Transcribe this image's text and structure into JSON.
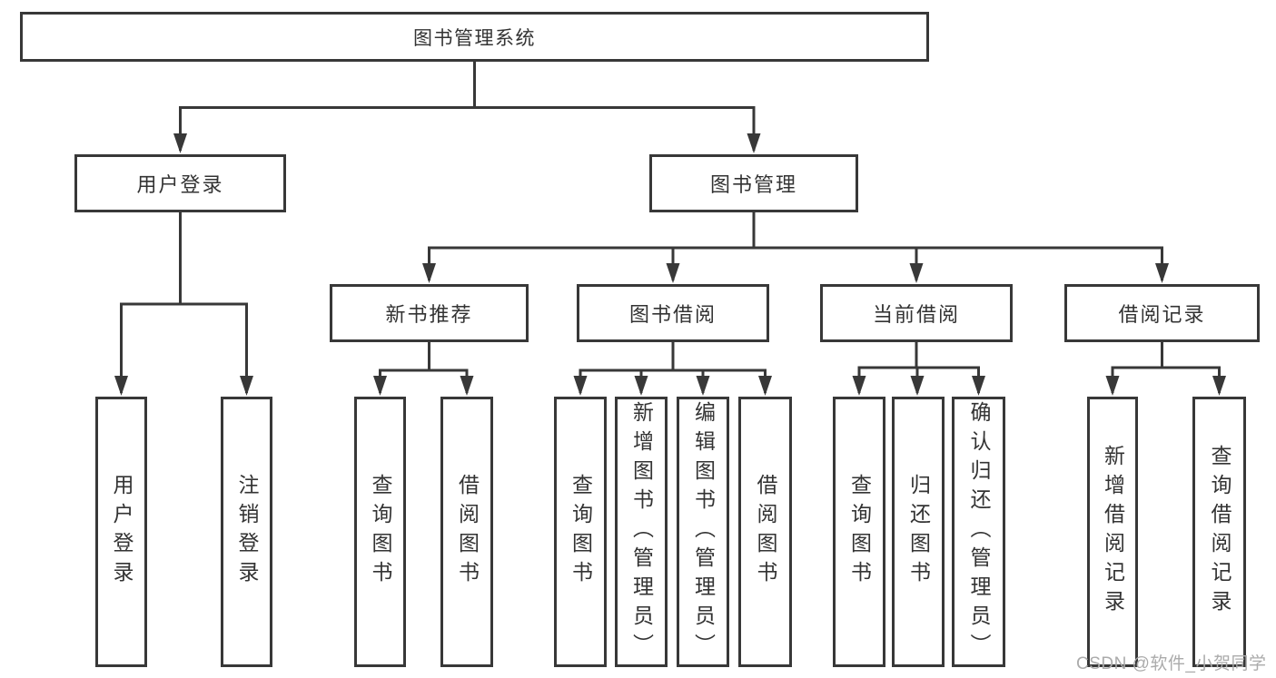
{
  "diagram": {
    "root": {
      "label": "图书管理系统"
    },
    "level2": [
      {
        "label": "用户登录"
      },
      {
        "label": "图书管理"
      }
    ],
    "level3": [
      {
        "label": "新书推荐"
      },
      {
        "label": "图书借阅"
      },
      {
        "label": "当前借阅"
      },
      {
        "label": "借阅记录"
      }
    ],
    "leaves": [
      {
        "label": "用户登录",
        "parent": "用户登录"
      },
      {
        "label": "注销登录",
        "parent": "用户登录"
      },
      {
        "label": "查询图书",
        "parent": "新书推荐"
      },
      {
        "label": "借阅图书",
        "parent": "新书推荐"
      },
      {
        "label": "查询图书",
        "parent": "图书借阅"
      },
      {
        "label": "新增图书（管理员）",
        "parent": "图书借阅"
      },
      {
        "label": "编辑图书（管理员）",
        "parent": "图书借阅"
      },
      {
        "label": "借阅图书",
        "parent": "图书借阅"
      },
      {
        "label": "查询图书",
        "parent": "当前借阅"
      },
      {
        "label": "归还图书",
        "parent": "当前借阅"
      },
      {
        "label": "确认归还（管理员）",
        "parent": "当前借阅"
      },
      {
        "label": "新增借阅记录",
        "parent": "借阅记录"
      },
      {
        "label": "查询借阅记录",
        "parent": "借阅记录"
      }
    ]
  },
  "watermark": {
    "text": "CSDN @软件_小贺同学"
  },
  "colors": {
    "line": "#383838",
    "text": "#333333",
    "watermark": "#ababab",
    "background": "#ffffff"
  }
}
